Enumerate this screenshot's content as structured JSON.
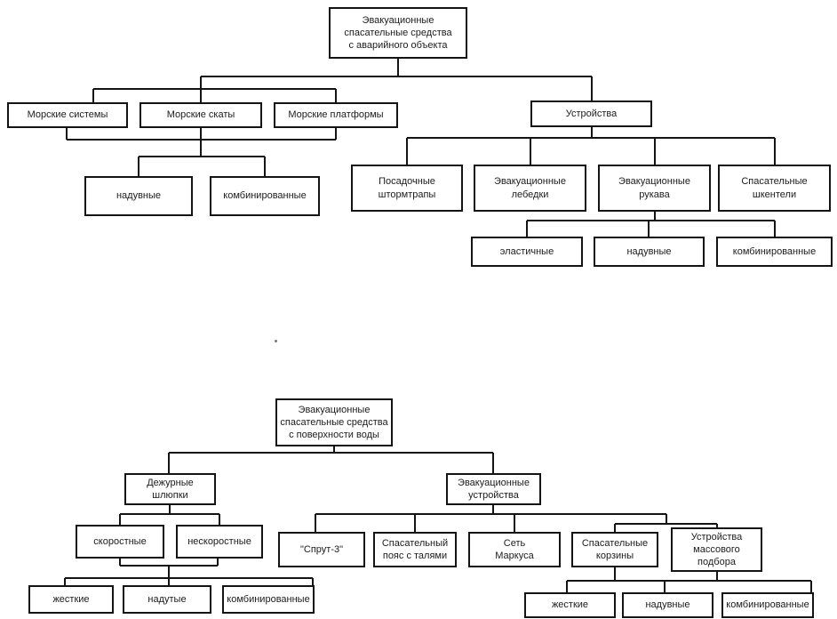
{
  "page": {
    "background_color": "#ffffff",
    "line_color": "#141414",
    "box_border_color": "#141414",
    "text_color": "#1c1c1c"
  },
  "diagram_emergency_object": {
    "nodes": {
      "root": "Эвакуационные\nспасательные средства\nс аварийного объекта",
      "marine_systems": "Морские системы",
      "marine_rays": "Морские скаты",
      "marine_platforms": "Морские платформы",
      "devices": "Устройства",
      "inflatable": "надувные",
      "combined": "комбинированные",
      "boarding_storm_ladders": "Посадочные\nштормтрапы",
      "evacuation_winches": "Эвакуационные\nлебедки",
      "evacuation_chutes": "Эвакуационные\nрукава",
      "rescue_pendants": "Спасательные\nшкентели",
      "elastic_chutes": "эластичные",
      "inflatable_chutes": "надувные",
      "combined_chutes": "комбинированные"
    },
    "hierarchy": {
      "root": [
        "marine_systems",
        "marine_rays",
        "marine_platforms",
        "devices"
      ],
      "marine_types_shared": [
        "inflatable",
        "combined"
      ],
      "devices": [
        "boarding_storm_ladders",
        "evacuation_winches",
        "evacuation_chutes",
        "rescue_pendants"
      ],
      "evacuation_chutes": [
        "elastic_chutes",
        "inflatable_chutes",
        "combined_chutes"
      ]
    }
  },
  "diagram_water_surface": {
    "nodes": {
      "root": "Эвакуационные\nспасательные средства\nс поверхности воды",
      "duty_boats": "Дежурные\nшлюпки",
      "evacuation_devices": "Эвакуационные\nустройства",
      "fast": "скоростные",
      "non_fast": "нескоростные",
      "sprut3": "\"Спрут-3\"",
      "rescue_belt_with_tackles": "Спасательный\nпояс с талями",
      "markus_net": "Сеть\nМаркуса",
      "rescue_baskets": "Спасательные\nкорзины",
      "mass_pickup_devices": "Устройства\nмассового\nподбора",
      "rigid_boats": "жесткие",
      "inflated_boats": "надутые",
      "combined_boats": "комбинированные",
      "rigid_baskets": "жесткие",
      "inflatable_baskets": "надувные",
      "combined_baskets": "комбинированные"
    },
    "hierarchy": {
      "root": [
        "duty_boats",
        "evacuation_devices"
      ],
      "duty_boats": [
        "fast",
        "non_fast"
      ],
      "boat_speed_types_shared": [
        "rigid_boats",
        "inflated_boats",
        "combined_boats"
      ],
      "evacuation_devices": [
        "sprut3",
        "rescue_belt_with_tackles",
        "markus_net",
        "rescue_baskets",
        "mass_pickup_devices"
      ],
      "baskets_and_mass_pickup_shared": [
        "rigid_baskets",
        "inflatable_baskets",
        "combined_baskets"
      ]
    }
  }
}
